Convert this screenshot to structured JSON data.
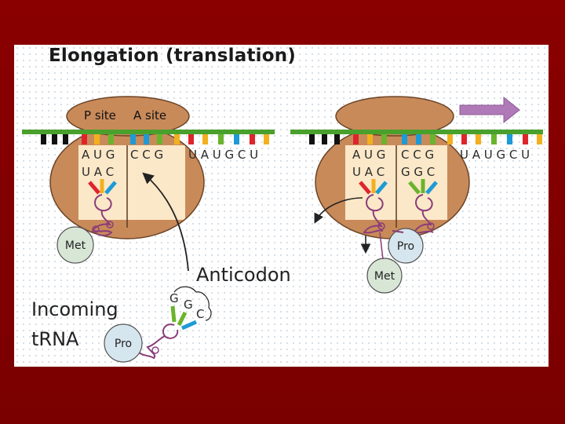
{
  "title": "Elongation (translation)",
  "sites": {
    "p": "P site",
    "a": "A site"
  },
  "left": {
    "codons": [
      "A U G",
      "C C G",
      "U A U G C U"
    ],
    "anticodon": "U A C",
    "amino_acid": "Met"
  },
  "right": {
    "codons": [
      "A U G",
      "C C G",
      "U A U G C U"
    ],
    "anticodons": [
      "U A C",
      "G G C"
    ],
    "amino_acids": [
      "Pro",
      "Met"
    ]
  },
  "labels": {
    "anticodon": "Anticodon",
    "incoming_line1": "Incoming",
    "incoming_line2": "tRNA"
  },
  "incoming": {
    "anticodon_letters": [
      "G",
      "G",
      "C"
    ],
    "amino_acid": "Pro"
  },
  "colors": {
    "background": "#7f0000",
    "mrna": "#4aa02c",
    "ribosome": "#c98a5a",
    "site_channel": "#fbe8c8",
    "arrow": "#b07ab8",
    "trna_loop": "#8a3d78",
    "bases": [
      "#e0242c",
      "#f2b01e",
      "#1e9ad6",
      "#6ab42d",
      "#111111"
    ]
  }
}
